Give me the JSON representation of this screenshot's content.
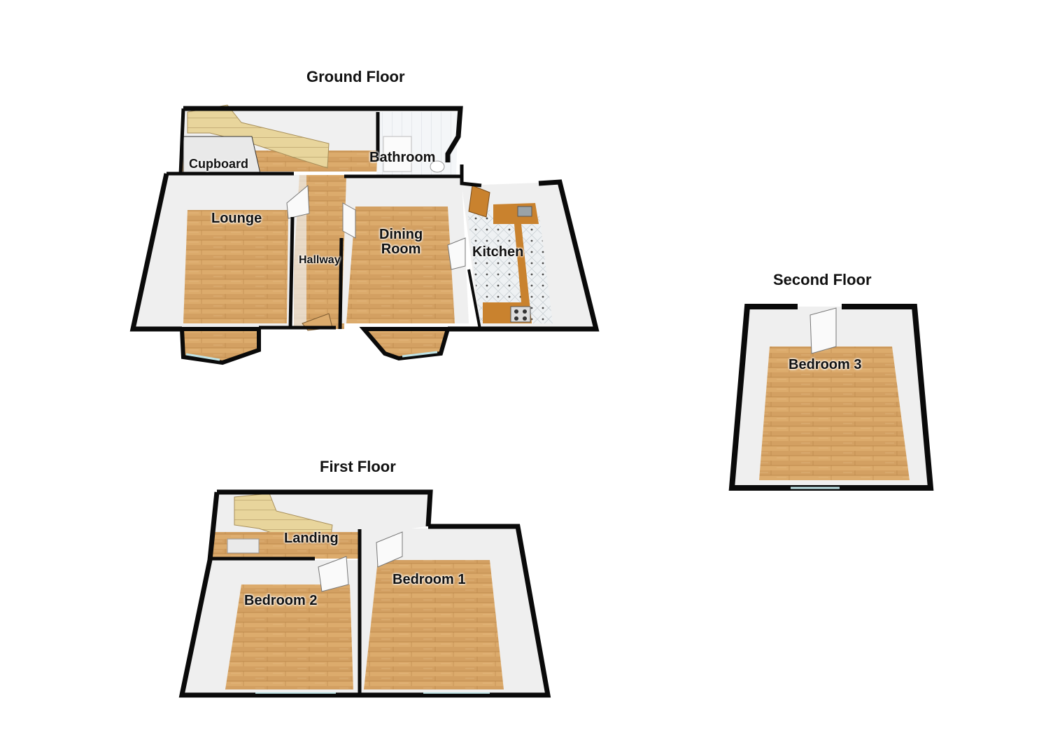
{
  "floors": {
    "ground": {
      "title": "Ground Floor",
      "rooms": {
        "cupboard": "Cupboard",
        "bathroom": "Bathroom",
        "lounge": "Lounge",
        "hallway": "Hallway",
        "dining_room_line1": "Dining",
        "dining_room_line2": "Room",
        "kitchen": "Kitchen"
      }
    },
    "first": {
      "title": "First Floor",
      "rooms": {
        "landing": "Landing",
        "bedroom1": "Bedroom 1",
        "bedroom2": "Bedroom 2"
      }
    },
    "second": {
      "title": "Second Floor",
      "rooms": {
        "bedroom3": "Bedroom 3"
      }
    }
  },
  "colors": {
    "wall": "#0a0a0a",
    "floor_wood": "#d9a868",
    "floor_wood_dark": "#c18b4a",
    "inner_wall": "#f2f2f2",
    "kitchen_worktop": "#c9822e",
    "kitchen_tile": "#e8ecee",
    "window_glass": "#bfe3e6",
    "stairs": "#e6d39a"
  }
}
